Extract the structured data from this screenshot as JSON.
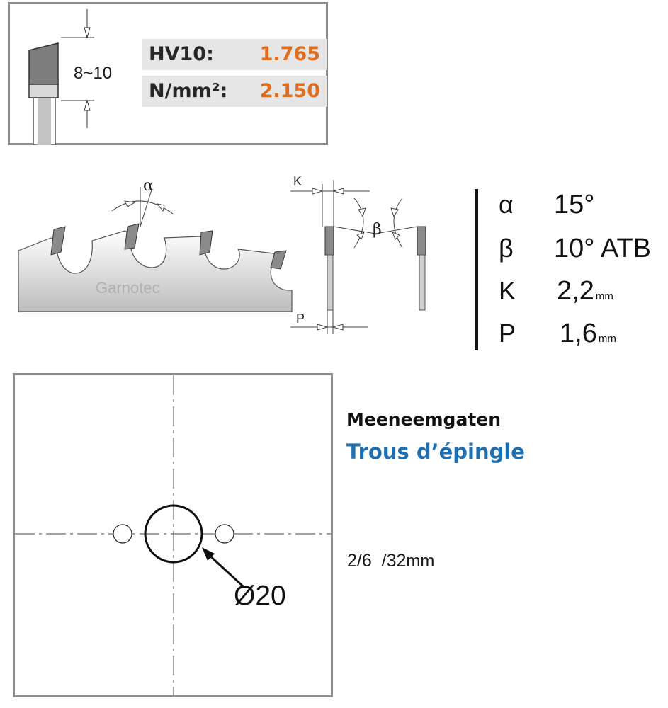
{
  "hardness": {
    "dimension_label": "8~10",
    "rows": [
      {
        "label": "HV10:",
        "value": "1.765"
      },
      {
        "label": "N/mm²:",
        "value": "2.150"
      }
    ],
    "value_color": "#e06d1f"
  },
  "tooth_geometry": {
    "brand": "Garnotec",
    "alpha_symbol": "α",
    "beta_symbol": "β",
    "k_symbol": "K",
    "p_symbol": "P"
  },
  "specs": [
    {
      "symbol": "α",
      "value": "15°",
      "unit": ""
    },
    {
      "symbol": "β",
      "value": "10° ATB",
      "unit": ""
    },
    {
      "symbol": "K",
      "value": "2,2",
      "unit": "mm"
    },
    {
      "symbol": "P",
      "value": "1,6",
      "unit": "mm"
    }
  ],
  "pinholes": {
    "title_nl": "Meeneemgaten",
    "title_fr": "Trous d’épingle",
    "title_fr_color": "#1f6fb0",
    "spec": "2/6  /32",
    "spec_unit": "mm",
    "bore_label": "Ø20"
  }
}
